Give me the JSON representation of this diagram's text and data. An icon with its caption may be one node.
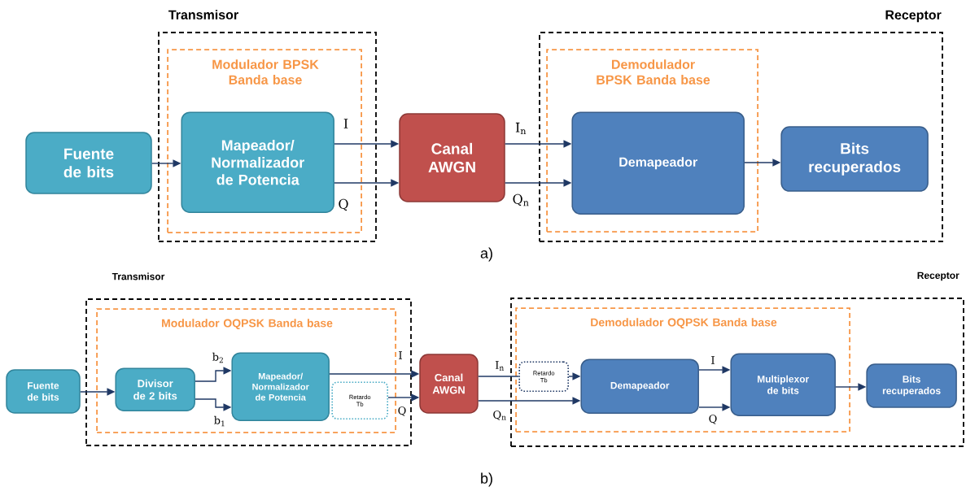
{
  "diagram": {
    "nodes": [
      {
        "text": [
          "Transmisor"
        ]
      },
      {
        "text": [
          "Modulador BPSK Banda base"
        ],
        "in": 0
      },
      {
        "text": [
          "Fuente de bits"
        ]
      },
      {
        "text": [
          "Mapeador/ Normalizador de Potencia"
        ],
        "in": 1
      },
      {
        "text": [
          "Canal AWGN"
        ]
      },
      {
        "text": [
          "Receptor"
        ]
      },
      {
        "text": [
          "Demodulador BPSK Banda base"
        ],
        "in": 5
      },
      {
        "text": [
          "Demapeador"
        ],
        "in": 6
      },
      {
        "text": [
          "Bits recuperados"
        ],
        "in": 5
      },
      {
        "text": [
          "Transmisor"
        ]
      },
      {
        "text": [
          "Modulador OQPSK Banda base"
        ],
        "in": 9
      },
      {
        "text": [
          "Fuente de bits"
        ]
      },
      {
        "text": [
          "Divisor de 2 bits"
        ],
        "in": 10
      },
      {
        "text": [
          "Mapeador/ Normalizador de Potencia"
        ],
        "in": 10
      },
      {
        "text": [
          "Retardo Tb"
        ],
        "in": 10
      },
      {
        "text": [
          "Canal AWGN"
        ]
      },
      {
        "text": [
          "Receptor"
        ]
      },
      {
        "text": [
          "Demodulador OQPSK Banda base"
        ],
        "in": 16
      },
      {
        "text": [
          "Retardo Tb"
        ],
        "in": 17
      },
      {
        "text": [
          "Demapeador"
        ],
        "in": 17
      },
      {
        "text": [
          "Multiplexor de bits"
        ],
        "in": 17
      },
      {
        "text": [
          "Bits recuperados"
        ],
        "in": 16
      }
    ],
    "edges": [
      {
        "from": 2,
        "to": 3,
        "arrow": "to"
      },
      {
        "from": 3,
        "to": 4,
        "arrow": "to",
        "label": "I"
      },
      {
        "from": 3,
        "to": 4,
        "arrow": "to",
        "label": "Q"
      },
      {
        "from": 4,
        "to": 7,
        "arrow": "to",
        "label": "I$_{n}$"
      },
      {
        "from": 4,
        "to": 7,
        "arrow": "to",
        "label": "Q$_{n}$"
      },
      {
        "from": 7,
        "to": 8,
        "arrow": "to"
      },
      {
        "from": 11,
        "to": 12,
        "arrow": "to"
      },
      {
        "from": 12,
        "to": 13,
        "arrow": "to",
        "label": "b$_{2}$"
      },
      {
        "from": 12,
        "to": 13,
        "arrow": "to",
        "label": "b$_{1}$"
      },
      {
        "from": 13,
        "to": 15,
        "arrow": "to",
        "label": "I"
      },
      {
        "from": 14,
        "to": 15,
        "arrow": "to",
        "label": "Q"
      },
      {
        "from": 15,
        "to": 18,
        "arrow": "none",
        "label": "I$_{n}$"
      },
      {
        "from": 18,
        "to": 19,
        "arrow": "to"
      },
      {
        "from": 15,
        "to": 19,
        "arrow": "to",
        "label": "Q$_{n}$"
      },
      {
        "from": 19,
        "to": 20,
        "arrow": "to",
        "label": "I"
      },
      {
        "from": 19,
        "to": 20,
        "arrow": "to",
        "label": "Q"
      },
      {
        "from": 20,
        "to": 21,
        "arrow": "to"
      }
    ],
    "labels": [
      "a)",
      "b)"
    ]
  }
}
